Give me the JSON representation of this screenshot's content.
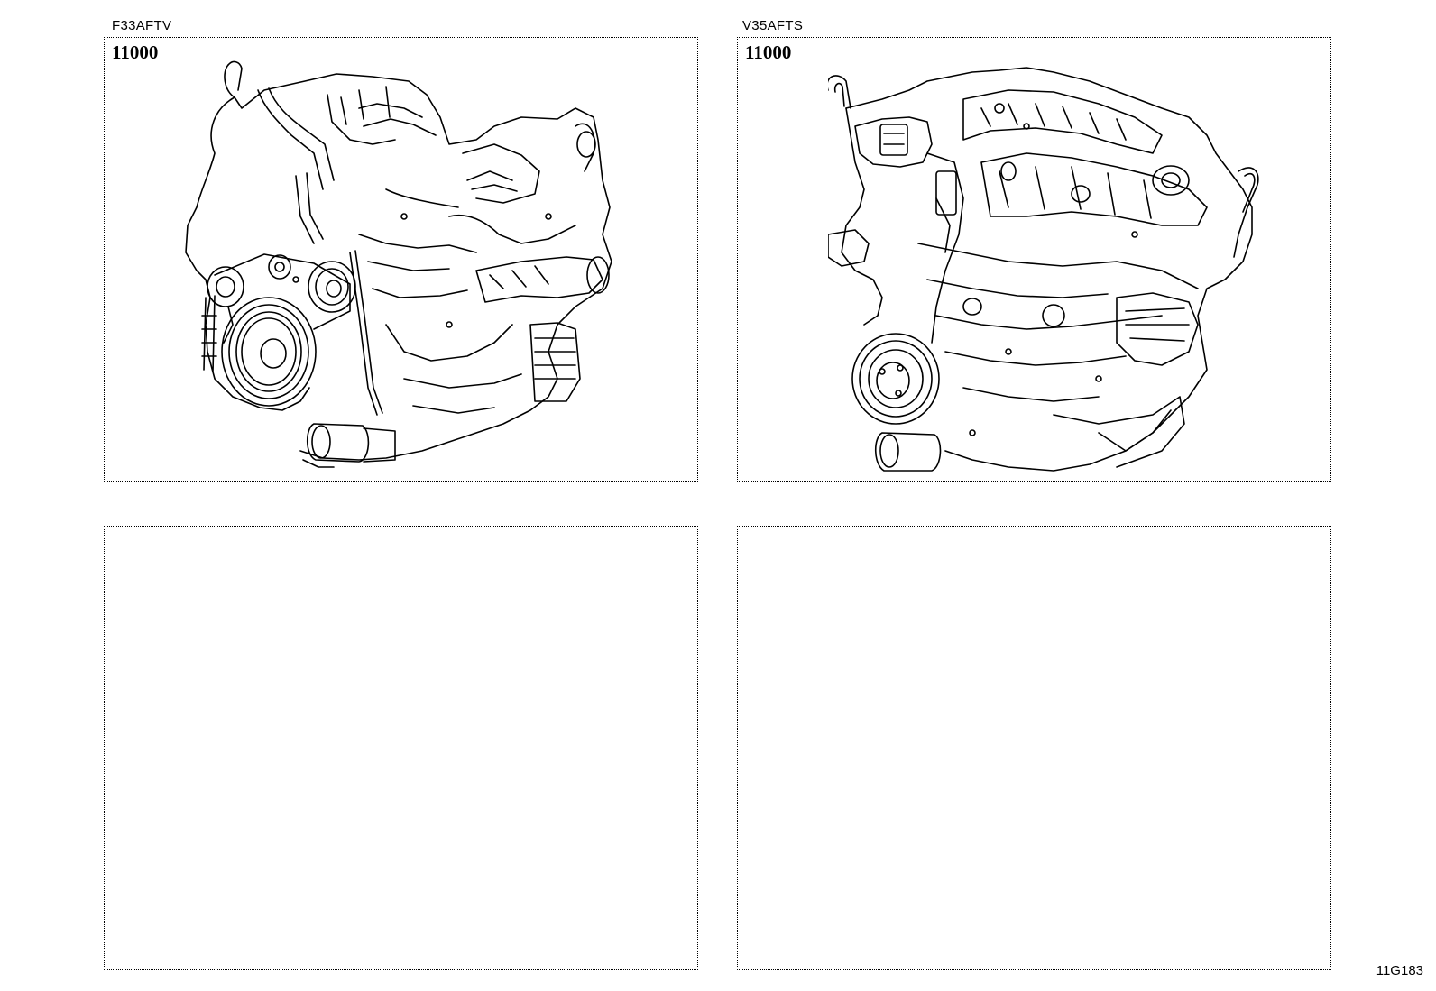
{
  "panels": [
    {
      "engine_code": "F33AFTV",
      "part_number": "11000"
    },
    {
      "engine_code": "V35AFTS",
      "part_number": "11000"
    },
    {
      "engine_code": "",
      "part_number": ""
    },
    {
      "engine_code": "",
      "part_number": ""
    }
  ],
  "sheet_code": "11G183",
  "illustrations": [
    "diesel-engine-assembly-illustration",
    "v6-engine-assembly-illustration"
  ]
}
